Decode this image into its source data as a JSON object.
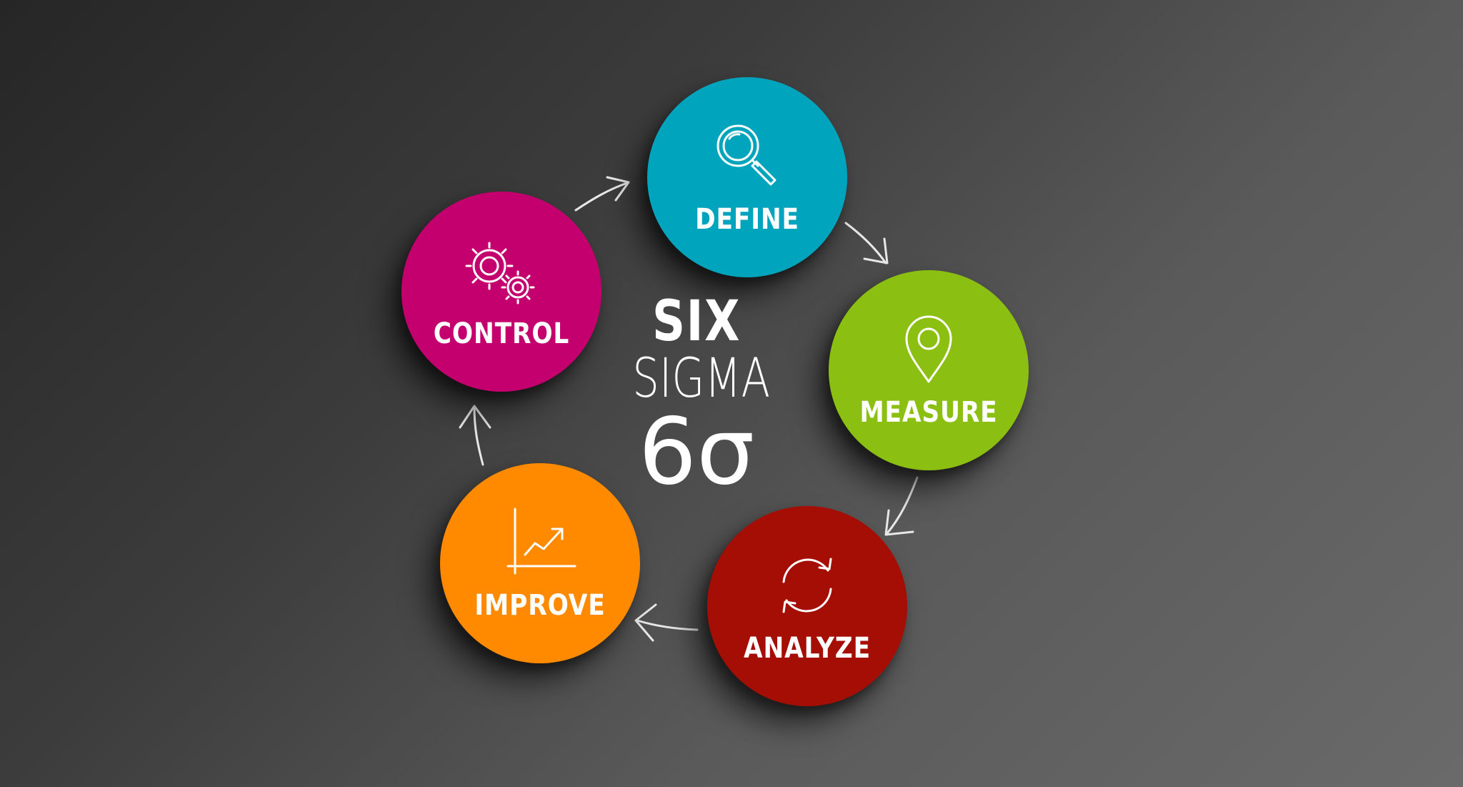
{
  "title": {
    "line1": "SIX",
    "line2": "SIGMA",
    "symbol": "6σ"
  },
  "steps": [
    {
      "label": "DEFINE",
      "color": "#00a5bd",
      "icon": "magnifier-icon"
    },
    {
      "label": "MEASURE",
      "color": "#8bbf12",
      "icon": "location-pin-icon"
    },
    {
      "label": "ANALYZE",
      "color": "#a50e05",
      "icon": "refresh-cycle-icon"
    },
    {
      "label": "IMPROVE",
      "color": "#ff8a00",
      "icon": "growth-chart-icon"
    },
    {
      "label": "CONTROL",
      "color": "#c4006e",
      "icon": "gears-icon"
    }
  ],
  "background": {
    "from": "#262626",
    "to": "#6a6a6a"
  }
}
